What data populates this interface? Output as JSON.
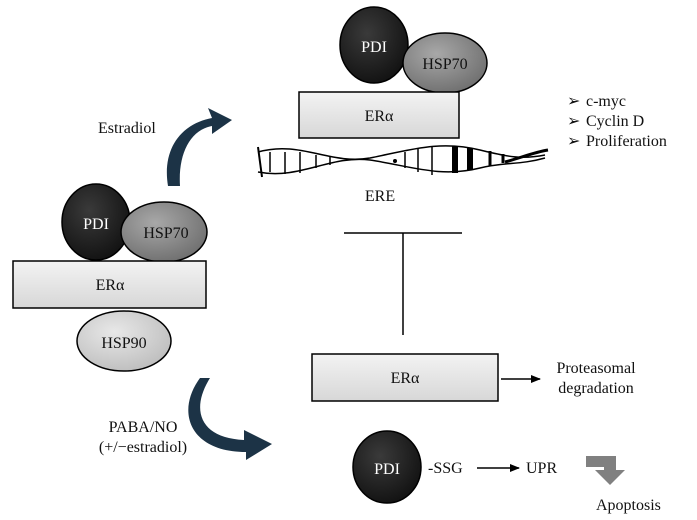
{
  "labels": {
    "pdi": "PDI",
    "hsp70": "HSP70",
    "hsp90": "HSP90",
    "era": "ERα",
    "ere": "ERE",
    "estradiol": "Estradiol",
    "paba_line1": "PABA/NO",
    "paba_line2": "(+/−estradiol)",
    "proteasomal_line1": "Proteasomal",
    "proteasomal_line2": "degradation",
    "ssg": "-SSG",
    "upr": "UPR",
    "apoptosis": "Apoptosis"
  },
  "target_genes": [
    "c-myc",
    "Cyclin D",
    "Proliferation"
  ],
  "colors": {
    "pdi_fill": "#232323",
    "hsp_fill": "#8a8a8a",
    "box_fill": "#e6e6e6",
    "arrow_fill": "#1c3346",
    "upr_arrow": "#808080"
  }
}
